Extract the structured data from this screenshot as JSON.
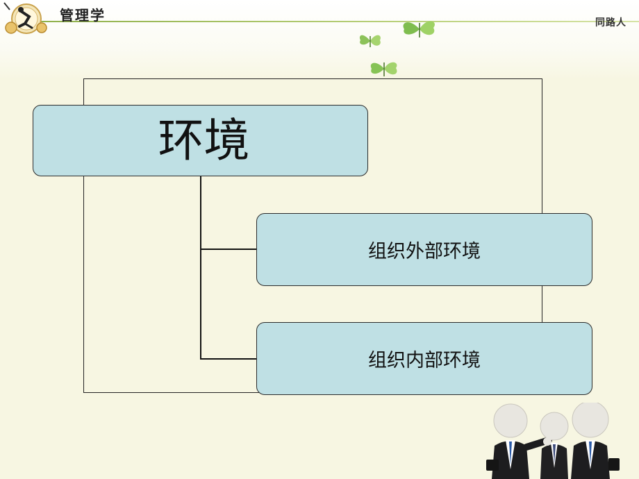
{
  "header": {
    "title": "管理学",
    "right_text": "同路人"
  },
  "diagram": {
    "root": "环境",
    "children": [
      "组织外部环境",
      "组织内部环境"
    ]
  },
  "colors": {
    "box_fill": "#bfe0e4",
    "background": "#f7f6e2",
    "accent_green": "#8fb04a"
  },
  "icons": [
    "clock-logo-icon",
    "butterfly-icon",
    "business-people-figures"
  ]
}
